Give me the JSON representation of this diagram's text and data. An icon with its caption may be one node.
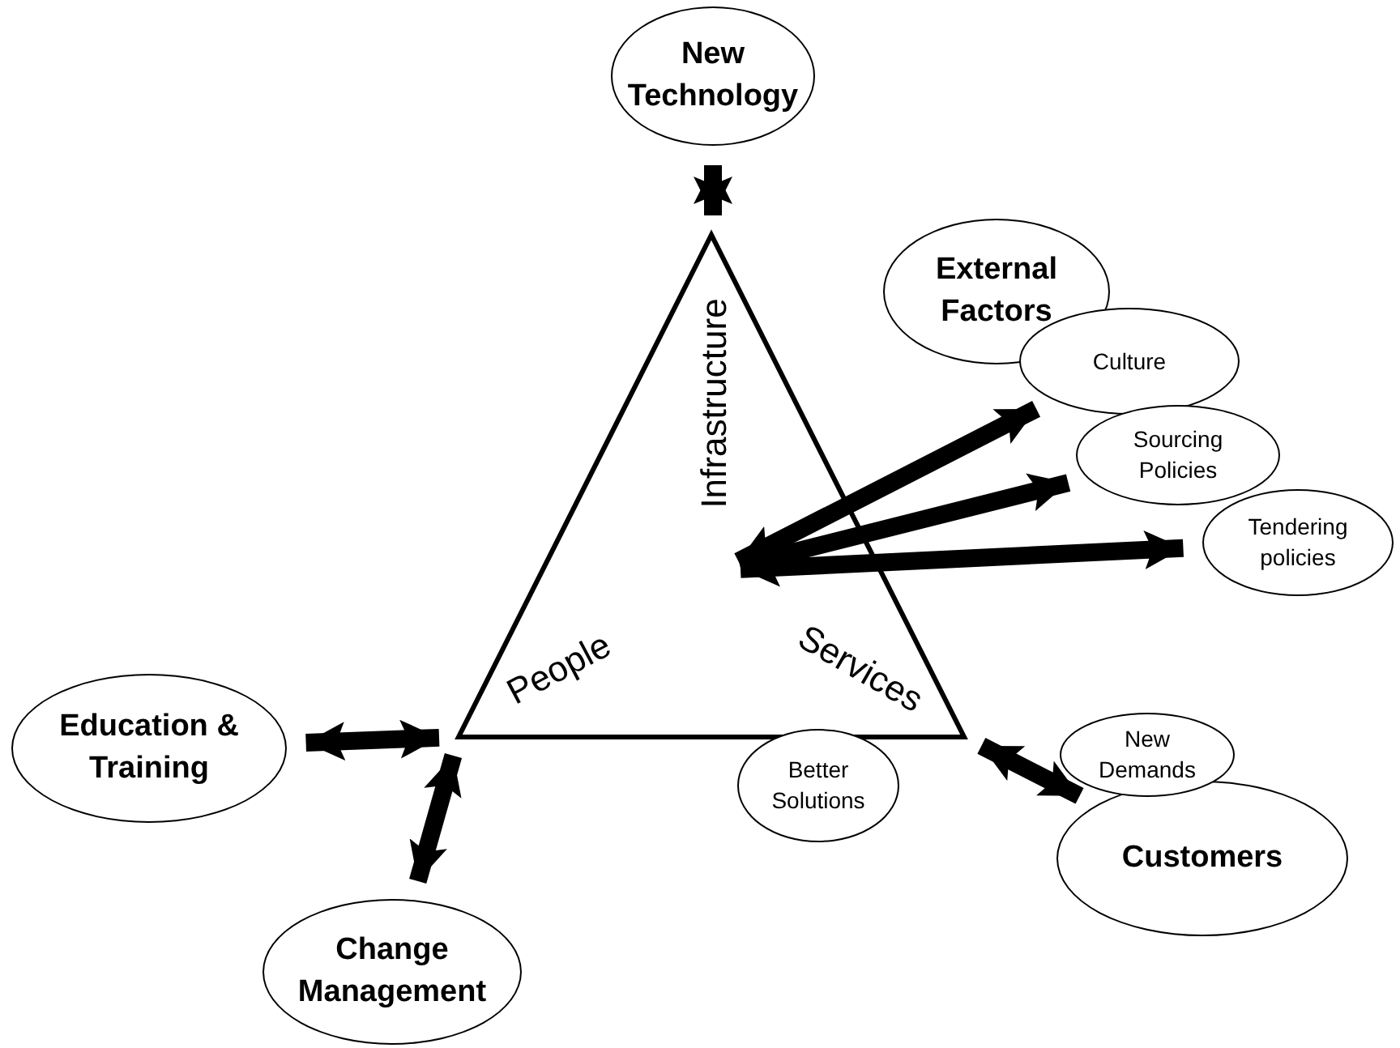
{
  "diagram": {
    "nodes": [
      {
        "text": [
          "New Technology"
        ]
      },
      {
        "text": [
          "Infrastructure",
          "People",
          "Services"
        ]
      },
      {
        "text": [
          "External Factors"
        ]
      },
      {
        "text": [
          "Culture"
        ]
      },
      {
        "text": [
          "Sourcing Policies"
        ]
      },
      {
        "text": [
          "Tendering policies"
        ]
      },
      {
        "text": [
          "Education & Training"
        ]
      },
      {
        "text": [
          "Change Management"
        ]
      },
      {
        "text": [
          "Better Solutions"
        ]
      },
      {
        "text": [
          "New Demands"
        ]
      },
      {
        "text": [
          "Customers"
        ]
      }
    ],
    "edges": [
      {
        "from": 1,
        "to": 0,
        "arrow": "both"
      },
      {
        "from": 1,
        "to": 3,
        "arrow": "both"
      },
      {
        "from": 1,
        "to": 4,
        "arrow": "both"
      },
      {
        "from": 1,
        "to": 5,
        "arrow": "both"
      },
      {
        "from": 1,
        "to": 6,
        "arrow": "both"
      },
      {
        "from": 1,
        "to": 7,
        "arrow": "both"
      },
      {
        "from": 1,
        "to": 10,
        "arrow": "both"
      }
    ]
  }
}
